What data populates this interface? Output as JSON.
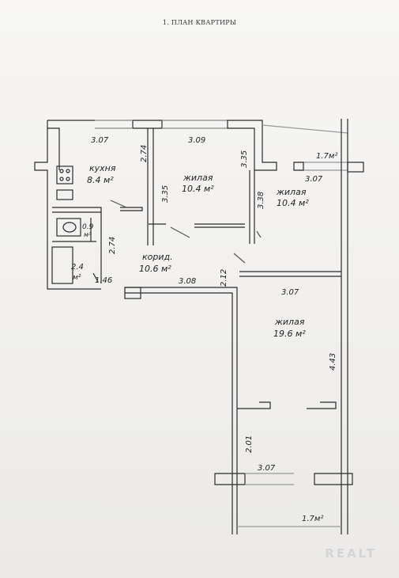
{
  "document": {
    "title": "1. ПЛАН КВАРТИРЫ",
    "watermark": "REALT"
  },
  "rooms": {
    "kitchen": {
      "name": "кухня",
      "area": "8.4  м²"
    },
    "living1": {
      "name": "жилая",
      "area": "10.4  м²"
    },
    "living2": {
      "name": "жилая",
      "area": "10.4  м²"
    },
    "living3": {
      "name": "жилая",
      "area": "19.6  м²"
    },
    "corridor": {
      "name": "корид.",
      "area": "10.6 м²"
    },
    "wc": {
      "area_value": "0.9",
      "area_unit": "м²"
    },
    "bath": {
      "area_value": "2.4",
      "area_unit": "м²"
    },
    "balcony_top": {
      "area": "1.7м²"
    },
    "balcony_bottom": {
      "area": "1.7м²"
    }
  },
  "dimensions": {
    "kitchen_width": "3.07",
    "kitchen_depth": "2.74",
    "living1_width": "3.09",
    "living1_depth_left": "3.35",
    "living1_depth_right": "3.35",
    "living2_width": "3.07",
    "living2_depth": "3.38",
    "bath_depth": "2.74",
    "corridor_w1": "1.46",
    "corridor_w2": "3.08",
    "corridor_depth": "2.12",
    "living3_width_top": "3.07",
    "living3_depth": "4.43",
    "living3_lower_depth": "2.01",
    "living3_width_bottom": "3.07"
  }
}
